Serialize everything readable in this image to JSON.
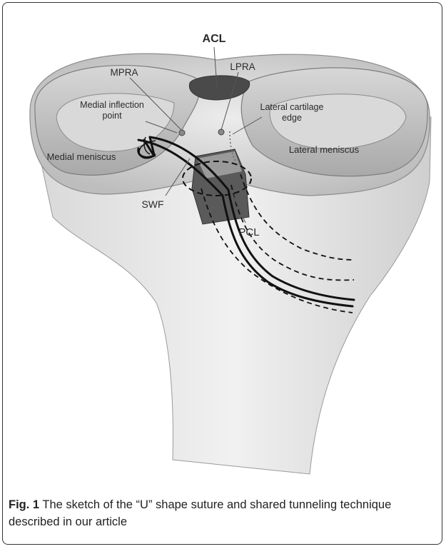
{
  "figure": {
    "labels": {
      "acl": "ACL",
      "mpra": "MPRA",
      "lpra": "LPRA",
      "medial_inflection_1": "Medial inflection",
      "medial_inflection_2": "point",
      "lateral_cartilage_1": "Lateral cartilage",
      "lateral_cartilage_2": "edge",
      "medial_meniscus": "Medial meniscus",
      "lateral_meniscus": "Lateral meniscus",
      "swf": "SWF",
      "pcl": "PCL"
    },
    "caption_label": "Fig. 1",
    "caption_text": " The sketch of the “U” shape suture and shared tunneling technique described in our article"
  }
}
